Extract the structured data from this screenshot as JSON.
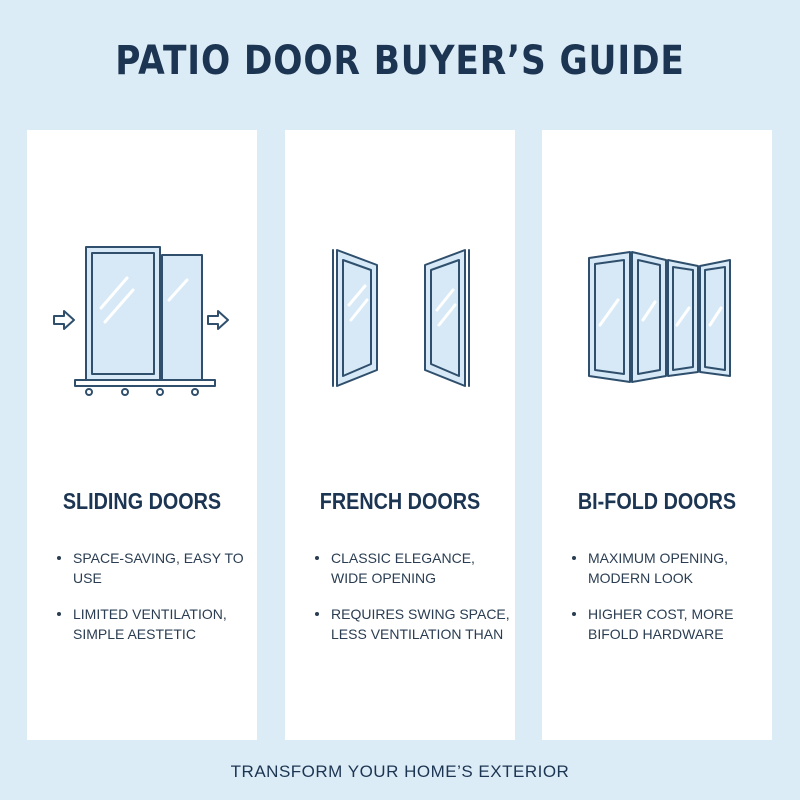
{
  "title": "PATIO DOOR BUYER’S GUIDE",
  "panels": [
    {
      "heading": "SLIDING DOORS",
      "icon": "sliding-door-icon",
      "bullets": [
        "SPACE-SAVING, EASY TO USE",
        "LIMITED VENTILATION, SIMPLE AESTETIC"
      ]
    },
    {
      "heading": "FRENCH DOORS",
      "icon": "french-door-icon",
      "bullets": [
        "CLASSIC ELEGANCE, WIDE OPENING",
        "REQUIRES SWING SPACE, LESS VENTILATION THAN"
      ]
    },
    {
      "heading": "BI-FOLD DOORS",
      "icon": "bifold-door-icon",
      "bullets": [
        "MAXIMUM OPENING, MODERN LOOK",
        "HIGHER COST, MORE BIFOLD HARDWARE"
      ]
    }
  ],
  "footer": "TRANSFORM YOUR HOME’S EXTERIOR",
  "colors": {
    "background": "#dcecf6",
    "panel": "#ffffff",
    "text": "#1c3552",
    "glass": "#d7e9f6"
  }
}
